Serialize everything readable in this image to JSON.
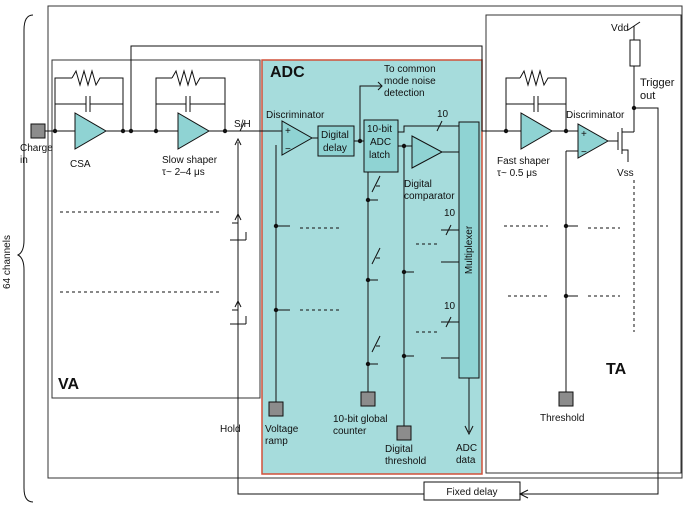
{
  "side_label": "64 channels",
  "sections": {
    "va": "VA",
    "adc": "ADC",
    "ta": "TA"
  },
  "inputs": {
    "charge_in_line1": "Charge",
    "charge_in_line2": "in"
  },
  "va_labels": {
    "csa": "CSA",
    "slow_shaper_line1": "Slow shaper",
    "slow_shaper_line2": "τ~ 2–4 μs",
    "sh": "S/H",
    "hold": "Hold"
  },
  "adc_labels": {
    "discriminator": "Discriminator",
    "digital_delay_line1": "Digital",
    "digital_delay_line2": "delay",
    "latch_line1": "10-bit",
    "latch_line2": "ADC",
    "latch_line3": "latch",
    "common_mode_line1": "To common",
    "common_mode_line2": "mode noise",
    "common_mode_line3": "detection",
    "bus_width": "10",
    "digital_comparator_line1": "Digital",
    "digital_comparator_line2": "comparator",
    "multiplexer": "Multiplexer",
    "voltage_ramp_line1": "Voltage",
    "voltage_ramp_line2": "ramp",
    "global_counter_line1": "10-bit global",
    "global_counter_line2": "counter",
    "digital_threshold_line1": "Digital",
    "digital_threshold_line2": "threshold",
    "adc_data_line1": "ADC",
    "adc_data_line2": "data"
  },
  "ta_labels": {
    "fast_shaper_line1": "Fast shaper",
    "fast_shaper_line2": "τ~ 0.5 μs",
    "discriminator": "Discriminator",
    "vdd": "Vdd",
    "vss": "Vss",
    "trigger_out_line1": "Trigger",
    "trigger_out_line2": "out",
    "threshold": "Threshold",
    "plus": "+",
    "minus": "−"
  },
  "fixed_delay": "Fixed delay",
  "colors": {
    "adc_fill": "#a6dcdc",
    "adc_border": "#d0513a",
    "component_fill": "#8fd3d3",
    "pad_fill": "#8c8c8c"
  }
}
